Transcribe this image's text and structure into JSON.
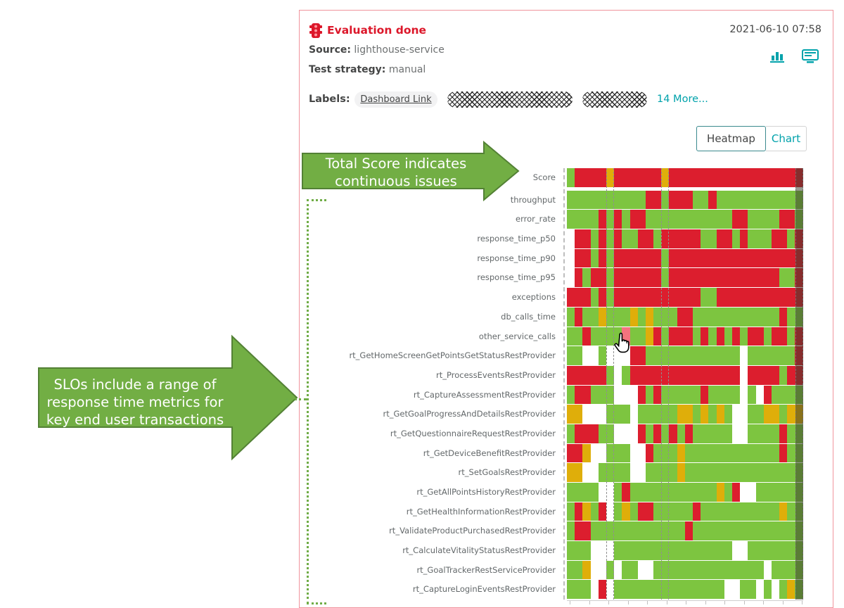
{
  "card": {
    "title": "Evaluation done",
    "timestamp": "2021-06-10 07:58",
    "source_label": "Source:",
    "source_value": "lighthouse-service",
    "strategy_label": "Test strategy:",
    "strategy_value": "manual",
    "labels_label": "Labels:",
    "labels": [
      {
        "text": "Dashboard Link",
        "type": "link"
      },
      {
        "text": "",
        "type": "redacted"
      },
      {
        "text": "",
        "type": "redacted"
      }
    ],
    "more_label": "14 More...",
    "view_toggle": {
      "heatmap": "Heatmap",
      "chart": "Chart",
      "active": "Heatmap"
    },
    "icons": [
      "traffic-light-icon",
      "bar-chart-icon",
      "screen-icon"
    ]
  },
  "annotations": {
    "arrow_top": {
      "line1": "Total Score indicates",
      "line2": "continuous issues"
    },
    "arrow_left": {
      "line1": "SLOs include a range of",
      "line2": "response time metrics for",
      "line3": "key end user transactions"
    }
  },
  "colors": {
    "title_red": "#dc172a",
    "accent_teal": "#00a2ab",
    "text_dark": "#454646",
    "text_gray": "#6d7071",
    "card_border": "#f0949d",
    "arrow_fill": "#72ae44",
    "arrow_stroke": "#538135",
    "cell_map": {
      "G": "#7dc540",
      "R": "#dc1e2e",
      "Y": "#dfae0a",
      "W": "#ffffff",
      "P": "#f4737e"
    }
  },
  "chart_data": {
    "type": "heatmap",
    "columns": 30,
    "legend": {
      "G": "pass (green)",
      "R": "fail (red)",
      "Y": "warning (yellow)",
      "W": "no data (white)",
      "P": "hovered cell (light red)"
    },
    "highlighted_column_indexes": [
      5,
      12
    ],
    "selected_column_index": 29,
    "rows": [
      "Score",
      "throughput",
      "error_rate",
      "response_time_p50",
      "response_time_p90",
      "response_time_p95",
      "exceptions",
      "db_calls_time",
      "other_service_calls",
      "rt_GetHomeScreenGetPointsGetStatusRestProvider",
      "rt_ProcessEventsRestProvider",
      "rt_CaptureAssessmentRestProvider",
      "rt_GetGoalProgressAndDetailsRestProvider",
      "rt_GetQuestionnaireRequestRestProvider",
      "rt_GetDeviceBenefitRestProvider",
      "rt_SetGoalsRestProvider",
      "rt_GetAllPointsHistoryRestProvider",
      "rt_GetHealthInformationRestProvider",
      "rt_ValidateProductPurchasedRestProvider",
      "rt_CalculateVitalityStatusRestProvider",
      "rt_GoalTrackerRestServiceProvider",
      "rt_CaptureLoginEventsRestProvider"
    ],
    "cells": [
      "GRRRRYRRRRRRYRRRRRRRRRRRRRRRRR",
      "GGGGGGGGGGRRGRRRGGRGGGGGGGGGGG",
      "GGGGRGRGRRGGGGGGGGGGGRRGGGGRRG",
      "WRRGRGRGGRRGRRRRRGGRRGRGGGRRGR",
      "WRRGRGRRRRRRGRRRRRRRRRRRRRRRRR",
      "WRGRRGRRRRRRGRRRRRRRRRRRRRRGGR",
      "RRRGRGRRRRRRRRRRRGGRRRRRRRRRRR",
      "GRGGYGGGYGYGGGRRGGGGGGGGGGGRGG",
      "GGRGGGGPGGYRGRRRGRGRGRGRRGRRGR",
      "GGWWGWWWRRGGGGGGGGGGGGWGGGGGGR",
      "RRRRRGWGRRRRRRRRRRRRRRWRRRRGRR",
      "GRRGGGWWWRGRGGGGGRGGGGWGWRGGGG",
      "YYWWWGGGWGGGGGYYGYGYGWWGGYYGYY",
      "GRRRGGWWWRGRGRGRGGGGGWWGGGGRGG",
      "RRYWWGGGWWRGGGYGGGGGGGGGGGGRGG",
      "YYWWGGGGWWGGGGYGGGGGGGGGGGGGGG",
      "GGGGWWGRGGGGGGGGGGGYGRWWGGGGGG",
      "GRYGRWGYGRRGGGGGRGGGGGGGGGGYGG",
      "GRRGGGGGGGGGGGGRGGGGGGGGGGGGGG",
      "GGGWWWGGGGGGGGGGGGGGGWWGGGGGGG",
      "GGYWWGWGGWWGGGGGGGGGGGGGGWGGGG",
      "GGGWRWGGGGGGGGGGGGGGWWGGWGWGYG"
    ]
  }
}
